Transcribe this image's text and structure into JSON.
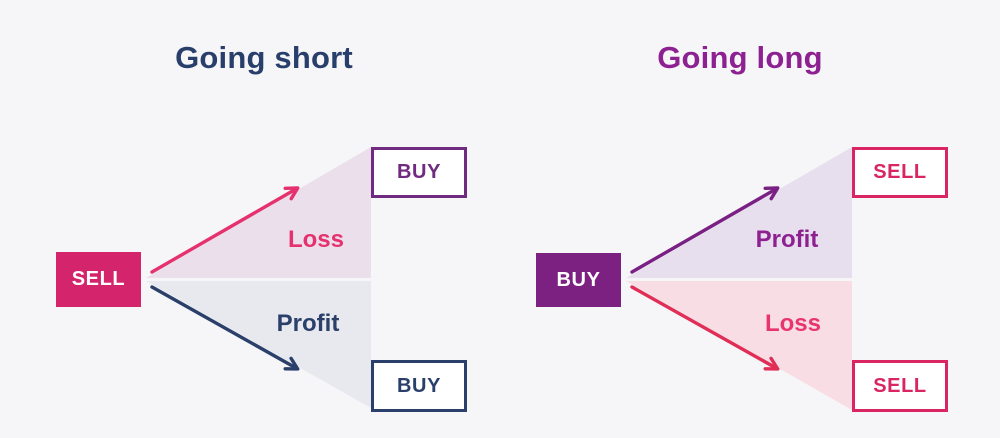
{
  "background_color": "#f6f6f8",
  "short": {
    "title": "Going short",
    "title_color": "#293f6b",
    "entry": {
      "label": "SELL",
      "fill": "#d4246c",
      "text_color": "#ffffff"
    },
    "loss": {
      "label": "Loss",
      "color": "#e5326e",
      "wedge_color": "#eadfeb",
      "arrow_color": "#e5326e"
    },
    "profit": {
      "label": "Profit",
      "color": "#2b3f6b",
      "wedge_color": "#e7e9ef",
      "arrow_color": "#2b3f6b"
    },
    "exit_top": {
      "label": "BUY",
      "border_color": "#702a80",
      "text_color": "#702a80"
    },
    "exit_bottom": {
      "label": "BUY",
      "border_color": "#2b3f6b",
      "text_color": "#2b3f6b"
    }
  },
  "long": {
    "title": "Going long",
    "title_color": "#8d2191",
    "entry": {
      "label": "BUY",
      "fill": "#7c2181",
      "text_color": "#ffffff"
    },
    "profit": {
      "label": "Profit",
      "color": "#8d2191",
      "wedge_color": "#e8dfee",
      "arrow_color": "#7a2085"
    },
    "loss": {
      "label": "Loss",
      "color": "#e8356f",
      "wedge_color": "#f8dde4",
      "arrow_color": "#e02e56"
    },
    "exit_top": {
      "label": "SELL",
      "border_color": "#d92562",
      "text_color": "#d92562"
    },
    "exit_bottom": {
      "label": "SELL",
      "border_color": "#d92562",
      "text_color": "#d92562"
    }
  }
}
